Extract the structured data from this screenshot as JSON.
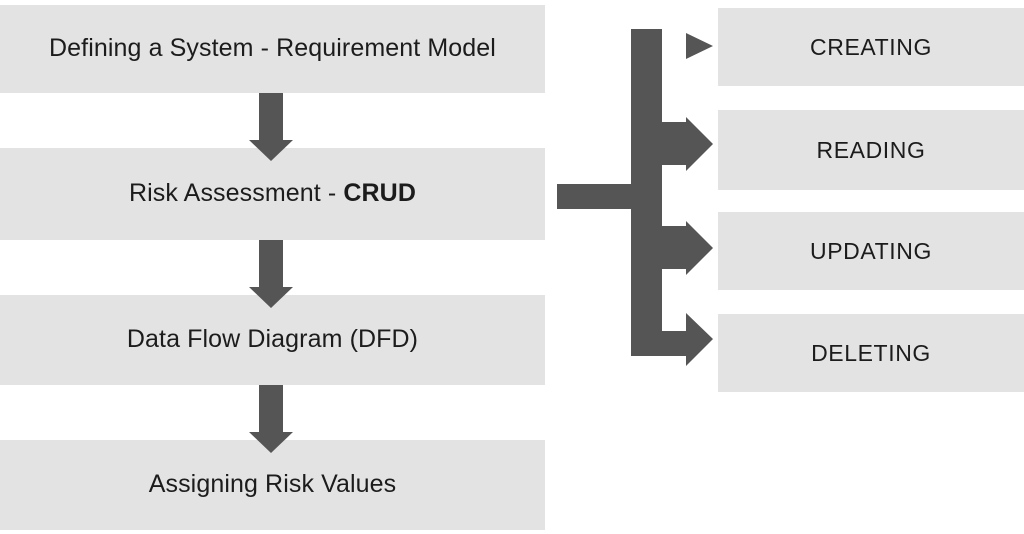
{
  "diagram": {
    "type": "flowchart",
    "title": "Defining a System - Requirement Model process flow with CRUD branch",
    "colors": {
      "box_fill": "#e3e3e3",
      "arrow_fill": "#555555",
      "text": "#1c1c1c",
      "background": "#ffffff"
    },
    "process_flow": {
      "name": "left-process-column",
      "steps": [
        {
          "id": "requirement-model",
          "label": "Defining a System - Requirement Model",
          "emphasis": ""
        },
        {
          "id": "risk-assessment",
          "label": "Risk Assessment - ",
          "emphasis": "CRUD"
        },
        {
          "id": "data-flow-diagram",
          "label": "Data Flow Diagram (DFD)",
          "emphasis": ""
        },
        {
          "id": "assigning-risk-values",
          "label": "Assigning Risk Values",
          "emphasis": ""
        }
      ],
      "connectors": [
        {
          "id": "arrow-step1-to-step2",
          "icon": "arrow-down-icon",
          "direction": "down"
        },
        {
          "id": "arrow-step2-to-step3",
          "icon": "arrow-down-icon",
          "direction": "down"
        },
        {
          "id": "arrow-step3-to-step4",
          "icon": "arrow-down-icon",
          "direction": "down"
        }
      ]
    },
    "crud_branch": {
      "name": "crud-branch",
      "source_step": "risk-assessment",
      "connector_icon": "branching-arrow-right-icon",
      "branch_count": 4,
      "items": [
        {
          "id": "creating",
          "label": "CREATING"
        },
        {
          "id": "reading",
          "label": "READING"
        },
        {
          "id": "updating",
          "label": "UPDATING"
        },
        {
          "id": "deleting",
          "label": "DELETING"
        }
      ]
    }
  }
}
